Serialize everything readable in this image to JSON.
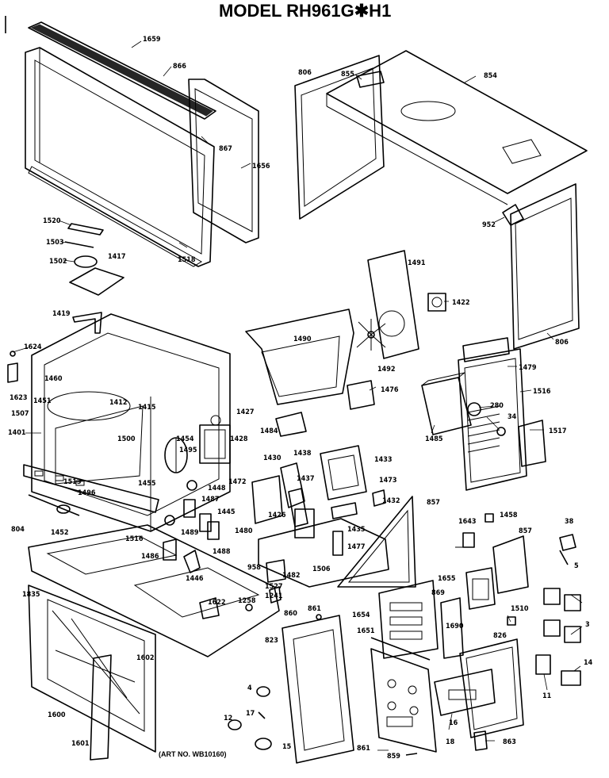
{
  "title": "MODEL RH961G✱H1",
  "art_no": "(ART NO. WB10160)",
  "labels": {
    "l1659": "1659",
    "l866": "866",
    "l867": "867",
    "l1656": "1656",
    "l1518": "1518",
    "l1520": "1520",
    "l1503": "1503",
    "l1502": "1502",
    "l1417": "1417",
    "l806a": "806",
    "l855": "855",
    "l854": "854",
    "l952": "952",
    "l806b": "806",
    "l1491": "1491",
    "l1422": "1422",
    "l1419": "1419",
    "l1490": "1490",
    "l1492": "1492",
    "l1476": "1476",
    "l1479": "1479",
    "l1516": "1516",
    "l1624": "1624",
    "l1623": "1623",
    "l1460": "1460",
    "l1451": "1451",
    "l1507": "1507",
    "l1401": "1401",
    "l1412": "1412",
    "l1415": "1415",
    "l1500": "1500",
    "l1427": "1427",
    "l1484": "1484",
    "l1454": "1454",
    "l1428": "1428",
    "l1495": "1495",
    "l1485": "1485",
    "l280": "280",
    "l34": "34",
    "l1517": "1517",
    "l1430": "1430",
    "l1438": "1438",
    "l1433": "1433",
    "l1473": "1473",
    "l1472": "1472",
    "l1437": "1437",
    "l1432": "1432",
    "l857a": "857",
    "l1455": "1455",
    "l1448": "1448",
    "l1513": "1513",
    "l1496": "1496",
    "l1487": "1487",
    "l1445": "1445",
    "l1426": "1426",
    "l804": "804",
    "l1452": "1452",
    "l1516b": "1516",
    "l1489": "1489",
    "l1488": "1488",
    "l1486": "1486",
    "l1446": "1446",
    "l1480": "1480",
    "l1435": "1435",
    "l1477": "1477",
    "l958": "958",
    "l1482": "1482",
    "l1506": "1506",
    "l1643": "1643",
    "l1458": "1458",
    "l857b": "857",
    "l38": "38",
    "l5": "5",
    "l1835": "1835",
    "l1622": "1622",
    "l1258": "1258",
    "l1527": "1527",
    "l1241": "1241",
    "l861": "861",
    "l860": "860",
    "l1655": "1655",
    "l869": "869",
    "l1654": "1654",
    "l1510": "1510",
    "l1690": "1690",
    "l823": "823",
    "l1651": "1651",
    "l826": "826",
    "l3": "3",
    "l1602": "1602",
    "l4": "4",
    "l17": "17",
    "l12": "12",
    "l14": "14",
    "l11": "11",
    "l1600": "1600",
    "l16": "16",
    "l1601": "1601",
    "l15": "15",
    "l861b": "861",
    "l859": "859",
    "l18": "18",
    "l863": "863"
  }
}
